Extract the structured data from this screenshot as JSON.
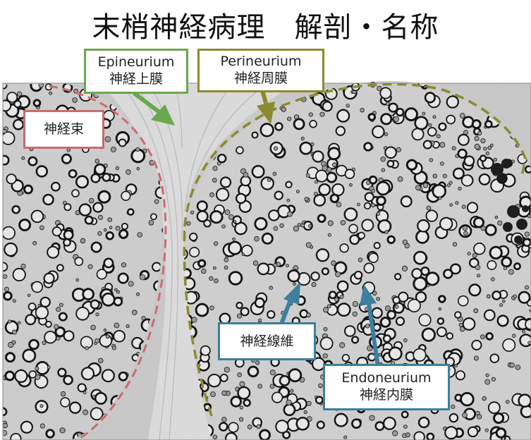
{
  "title": "末梢神経病理　解剖・名称",
  "colors": {
    "fascicle_outline": "#d06a6a",
    "perineurium": "#8c8a2e",
    "epineurium": "#6aa84f",
    "fiber_label": "#3c7f9e"
  },
  "labels": {
    "epineurium": {
      "en": "Epineurium",
      "ja": "神経上膜"
    },
    "perineurium": {
      "en": "Perineurium",
      "ja": "神経周膜"
    },
    "fascicle": {
      "ja": "神経束"
    },
    "nerve_fiber": {
      "ja": "神経線維"
    },
    "endoneurium": {
      "en": "Endoneurium",
      "ja": "神経内膜"
    }
  }
}
